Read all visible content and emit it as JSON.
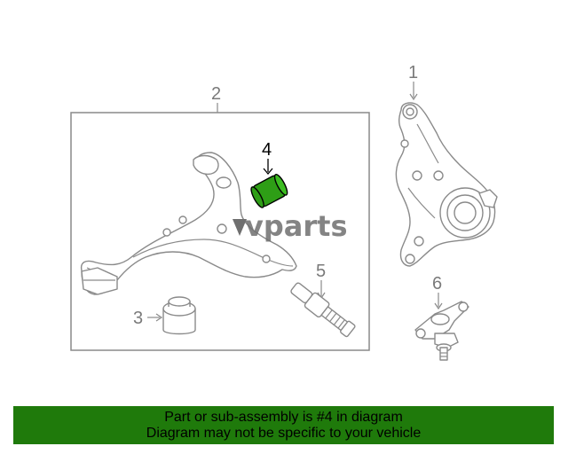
{
  "diagram": {
    "callouts": {
      "c1": "1",
      "c2": "2",
      "c3": "3",
      "c4": "4",
      "c5": "5",
      "c6": "6"
    },
    "watermark": "vparts",
    "colors": {
      "highlight_part": "#2e9e16",
      "banner": "#1f7a0b",
      "line_art": "#8a8a8a"
    }
  },
  "banner": {
    "line1": "Part or sub-assembly is #4 in diagram",
    "line2": "Diagram may not be specific to your vehicle"
  }
}
